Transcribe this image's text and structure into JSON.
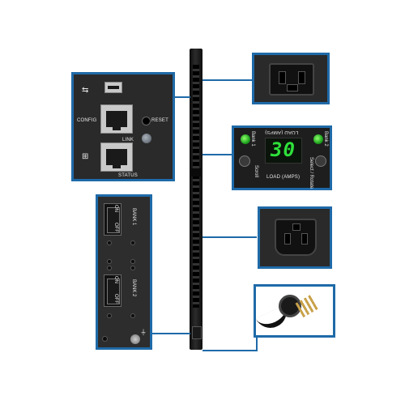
{
  "config_panel": {
    "config_label": "CONFIG",
    "link_label": "LINK",
    "reset_label": "RESET",
    "status_label": "STATUS"
  },
  "display_panel": {
    "header_label": "LOAD (AMPS)",
    "footer_label": "LOAD (AMPS)",
    "reading": "30",
    "scroll_label": "Scroll",
    "select_label": "Select / Rotate",
    "bank1_label": "Bank 1",
    "bank2_label": "Bank 2"
  },
  "breaker_panel": {
    "bank1_label": "BANK 1",
    "bank2_label": "BANK 2",
    "on_label": "ON",
    "off_label": "OFF"
  },
  "colors": {
    "frame": "#1f6aa8",
    "panel": "#2a2a2a",
    "display_green": "#2ee03a"
  }
}
